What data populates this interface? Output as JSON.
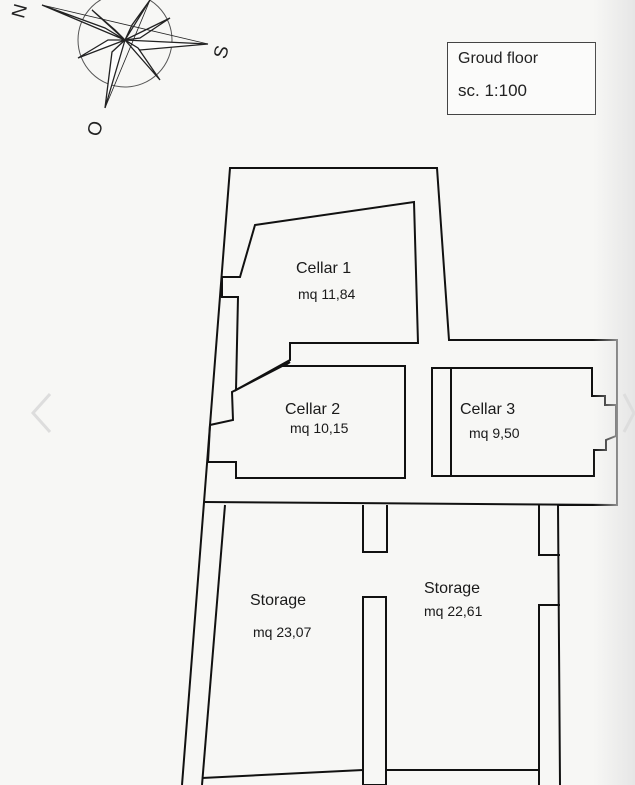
{
  "legend": {
    "title": "Groud floor",
    "scale": "sc. 1:100"
  },
  "compass": {
    "north": "N",
    "south": "S",
    "west": "O"
  },
  "rooms": [
    {
      "name": "Cellar 1",
      "area": "mq 11,84"
    },
    {
      "name": "Cellar 2",
      "area": "mq 10,15"
    },
    {
      "name": "Cellar 3",
      "area": "mq 9,50"
    },
    {
      "name": "Storage",
      "area": "mq 23,07"
    },
    {
      "name": "Storage",
      "area": "mq 22,61"
    }
  ],
  "colors": {
    "wall": "#111111",
    "paper": "#f7f7f5",
    "arrow": "#dddddd"
  }
}
